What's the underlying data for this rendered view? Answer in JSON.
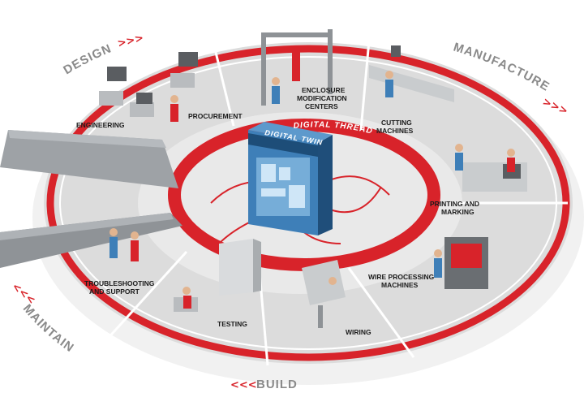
{
  "diagram": {
    "phases": [
      {
        "id": "design",
        "label": "DESIGN",
        "arrows": ">>>"
      },
      {
        "id": "manufacture",
        "label": "MANUFACTURE",
        "arrows": ">>>"
      },
      {
        "id": "build",
        "label": "BUILD",
        "arrows": "<<<"
      },
      {
        "id": "maintain",
        "label": "MAINTAIN",
        "arrows": "<<<"
      }
    ],
    "center": {
      "thread_label": "DIGITAL THREAD",
      "twin_label": "DIGITAL TWIN"
    },
    "stations": [
      {
        "id": "engineering",
        "lines": [
          "ENGINEERING"
        ]
      },
      {
        "id": "procurement",
        "lines": [
          "PROCUREMENT"
        ]
      },
      {
        "id": "enclosure",
        "lines": [
          "ENCLOSURE",
          "MODIFICATION",
          "CENTERS"
        ]
      },
      {
        "id": "cutting",
        "lines": [
          "CUTTING",
          "MACHINES"
        ]
      },
      {
        "id": "printing",
        "lines": [
          "PRINTING AND",
          "MARKING"
        ]
      },
      {
        "id": "wire-processing",
        "lines": [
          "WIRE PROCESSING",
          "MACHINES"
        ]
      },
      {
        "id": "wiring",
        "lines": [
          "WIRING"
        ]
      },
      {
        "id": "testing",
        "lines": [
          "TESTING"
        ]
      },
      {
        "id": "troubleshooting",
        "lines": [
          "TROUBLESHOOTING",
          "AND SUPPORT"
        ]
      }
    ],
    "colors": {
      "accent_red": "#d8232a",
      "platform_gray": "#dcdcdc",
      "dark_gray": "#8f9397",
      "twin_blue": "#3e7fb8"
    }
  }
}
